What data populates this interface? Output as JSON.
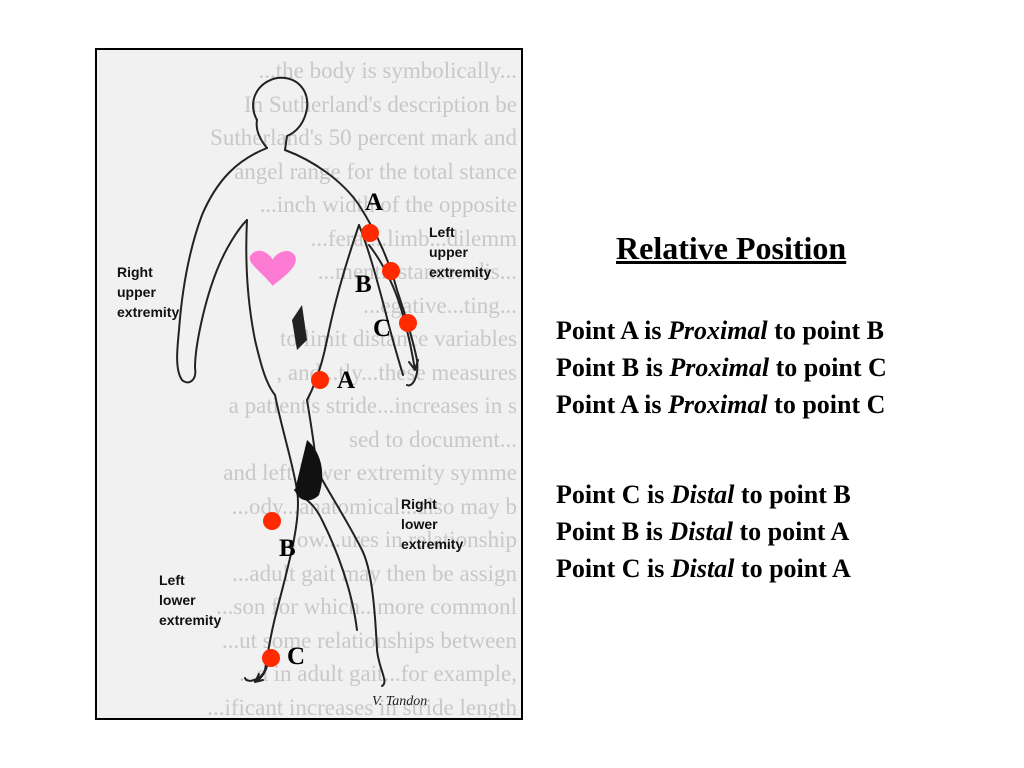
{
  "diagram": {
    "background_text": [
      "...the body is symbolically...",
      "In Sutherland's description be",
      "Sutherland's 50 percent mark and",
      "angel range for the total stance",
      "...inch width of the opposite",
      "...feral...limb...dilemm",
      "...ment...stance...dis...",
      "...egative...ting...",
      "to limit distance variables",
      ", and...tly...these measures",
      "a patient's stride...increases in s",
      "sed to document...",
      "and left lower extremity symme",
      "...ody...anatomical...also may b",
      "...ow...ures in relationship",
      "...adult gait may then be assign",
      "...son for which...more commonl",
      "...ut some relationships between",
      "...d in adult gait...for example,",
      "...ificant increases in stride length"
    ],
    "region_labels": {
      "right_upper": "Right\nupper\nextremity",
      "left_upper": "Left\nupper\nextremity",
      "right_lower": "Right\nlower\nextremity",
      "left_lower": "Left\nlower\nextremity"
    },
    "point_letters": {
      "arm_a": "A",
      "arm_b": "B",
      "arm_c": "C",
      "leg_a": "A",
      "leg_b": "B",
      "leg_c": "C"
    },
    "signature": "V. Tandon",
    "colors": {
      "point_marker": "#ff2a00",
      "heart": "#ff66cc",
      "outline": "#222222"
    }
  },
  "panel": {
    "title": "Relative Position",
    "proximal_statements": [
      {
        "prefix": "Point A is ",
        "term": "Proximal",
        "suffix": " to point B"
      },
      {
        "prefix": "Point B is ",
        "term": "Proximal",
        "suffix": " to point C"
      },
      {
        "prefix": "Point A is ",
        "term": "Proximal",
        "suffix": " to point C"
      }
    ],
    "distal_statements": [
      {
        "prefix": "Point C is ",
        "term": "Distal",
        "suffix": " to point B"
      },
      {
        "prefix": "Point B is ",
        "term": "Distal",
        "suffix": " to point A"
      },
      {
        "prefix": "Point C is ",
        "term": "Distal",
        "suffix": " to point A"
      }
    ]
  }
}
